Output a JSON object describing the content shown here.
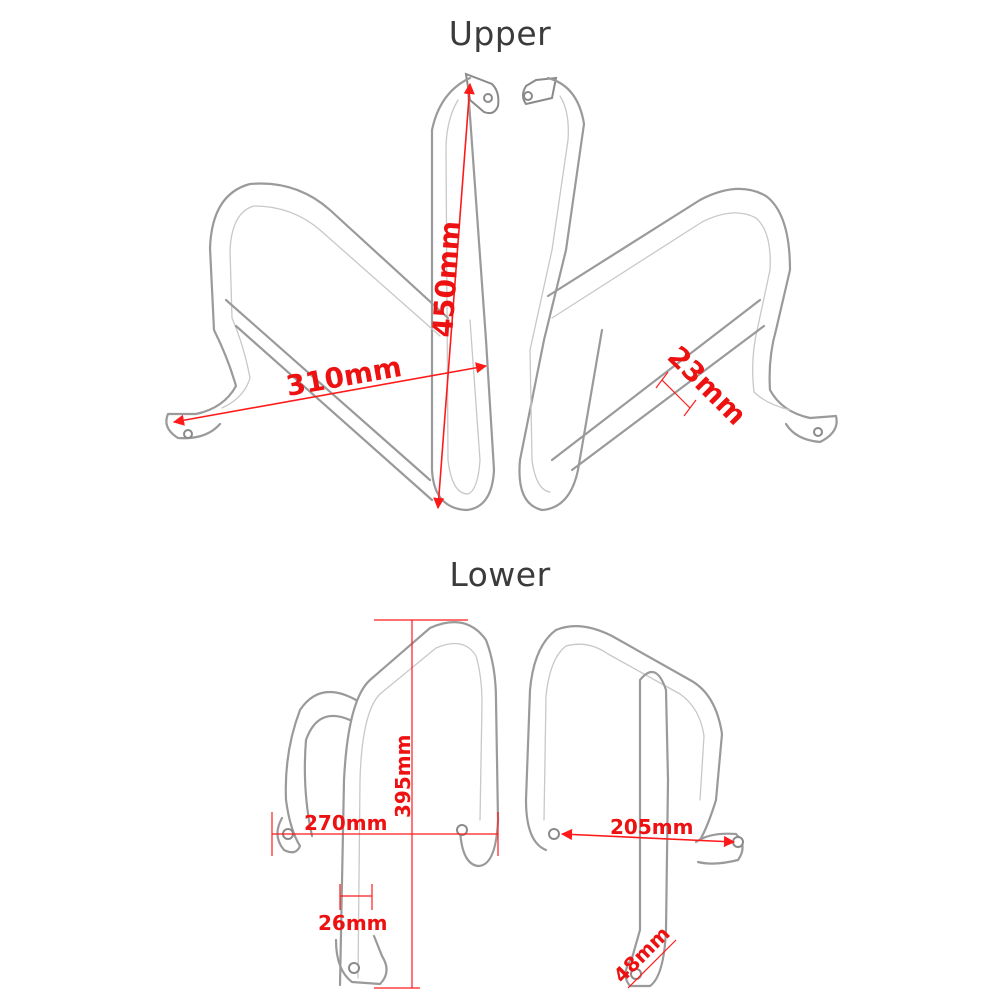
{
  "sections": {
    "upper": {
      "title": "Upper",
      "dimensions": {
        "width": "310mm",
        "height": "450mm",
        "tube": "23mm"
      }
    },
    "lower": {
      "title": "Lower",
      "dimensions": {
        "width": "270mm",
        "height": "395mm",
        "tube": "26mm",
        "mount_span": "205mm",
        "tab": "48mm"
      }
    }
  },
  "colors": {
    "dimension_red": "#ff1a1a",
    "outline_gray": "#9a9a9a",
    "title_gray": "#3b3b3b"
  }
}
